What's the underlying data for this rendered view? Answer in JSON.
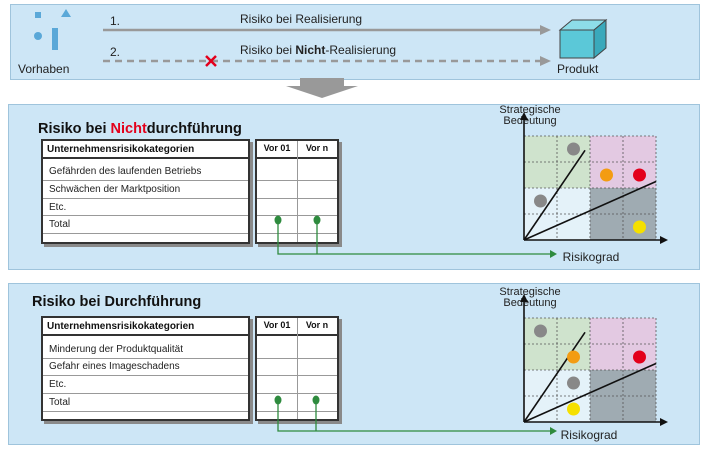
{
  "top": {
    "start_label": "Vorhaben",
    "end_label": "Produkt",
    "path1_number": "1.",
    "path1_label": "Risiko bei Realisierung",
    "path2_number": "2.",
    "path2_label_prefix": "Risiko bei ",
    "path2_label_bold": "Nicht",
    "path2_label_suffix": "-Realisierung"
  },
  "sections": [
    {
      "title_prefix": "Risiko bei ",
      "title_highlight": "Nicht",
      "title_suffix": "durchführung",
      "table_header": "Unternehmensrisikokategorien",
      "rows": [
        "Gefährden des laufenden Betriebs",
        "Schwächen der Marktposition",
        "Etc.",
        "Total"
      ],
      "col1_header": "Vor 01",
      "col2_header": "Vor n",
      "y_axis_title": [
        "Strategische",
        "Bedeutung"
      ],
      "x_axis_title": "Risikograd",
      "dots": [
        {
          "col": 2,
          "row": 3,
          "color": "#888888"
        },
        {
          "col": 3,
          "row": 2,
          "color": "#f39c12"
        },
        {
          "col": 4,
          "row": 2,
          "color": "#e3001b"
        },
        {
          "col": 1,
          "row": 1,
          "color": "#888888"
        },
        {
          "col": 4,
          "row": 0,
          "color": "#f5e000"
        }
      ]
    },
    {
      "title_prefix": "Risiko bei ",
      "title_highlight": "",
      "title_suffix": "Durchführung",
      "table_header": "Unternehmensrisikokategorien",
      "rows": [
        "Minderung der Produktqualität",
        "Gefahr eines Imageschadens",
        "Etc.",
        "Total"
      ],
      "col1_header": "Vor 01",
      "col2_header": "Vor n",
      "y_axis_title": [
        "Strategische",
        "Bedeutung"
      ],
      "x_axis_title": "Risikograd",
      "dots": [
        {
          "col": 1,
          "row": 3,
          "color": "#888888"
        },
        {
          "col": 2,
          "row": 2,
          "color": "#f39c12"
        },
        {
          "col": 4,
          "row": 2,
          "color": "#e3001b"
        },
        {
          "col": 2,
          "row": 1,
          "color": "#888888"
        },
        {
          "col": 2,
          "row": 0,
          "color": "#f5e000"
        }
      ]
    }
  ],
  "colors": {
    "panel": "#cde6f6",
    "quad_green": "#cfe3cd",
    "quad_pink": "#e3c9e2",
    "quad_lightblue": "#e4f2f9",
    "quad_gray": "#9fabb2",
    "accent_green": "#2e8b3e",
    "cross_red": "#e3001b"
  }
}
